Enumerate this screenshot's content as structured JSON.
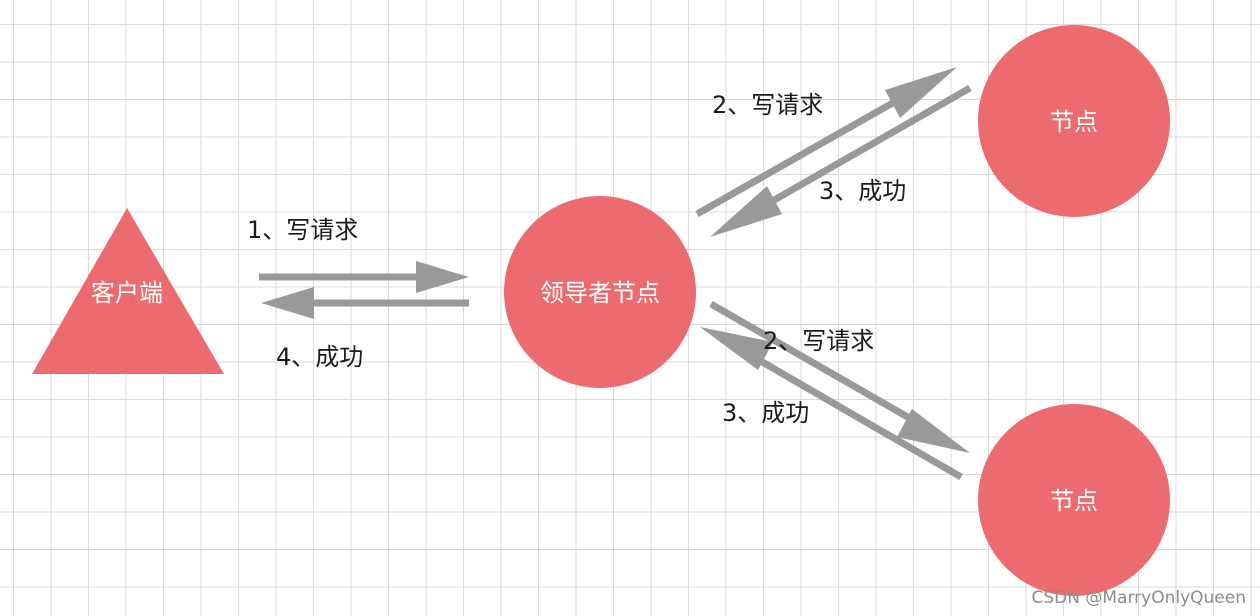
{
  "nodes": {
    "client": {
      "label": "客户端",
      "color": "#eb6b6f"
    },
    "leader": {
      "label": "领导者节点",
      "color": "#eb6b6f"
    },
    "follower_top": {
      "label": "节点",
      "color": "#eb6b6f"
    },
    "follower_bottom": {
      "label": "节点",
      "color": "#eb6b6f"
    }
  },
  "edges": {
    "client_to_leader": {
      "label": "1、写请求"
    },
    "leader_to_client": {
      "label": "4、成功"
    },
    "leader_to_top": {
      "label": "2、写请求"
    },
    "top_to_leader": {
      "label": "3、成功"
    },
    "leader_to_bottom": {
      "label": "2、写请求"
    },
    "bottom_to_leader": {
      "label": "3、成功"
    }
  },
  "arrow_color": "#999999",
  "watermark": "CSDN @MarryOnlyQueen"
}
